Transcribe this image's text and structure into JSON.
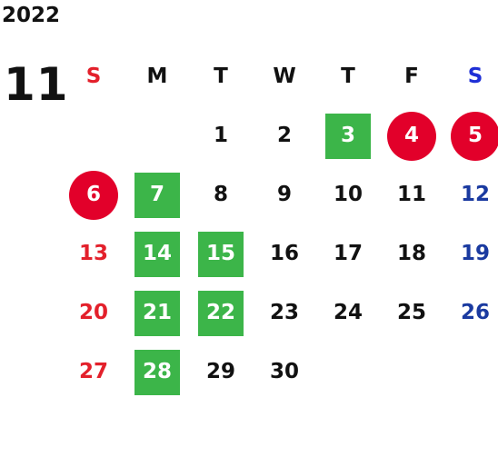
{
  "calendar": {
    "year": "2022",
    "month": "11",
    "weekdays": [
      "S",
      "M",
      "T",
      "W",
      "T",
      "F",
      "S"
    ],
    "weeks": [
      [
        "",
        "",
        "1",
        "2",
        "3",
        "4",
        "5"
      ],
      [
        "6",
        "7",
        "8",
        "9",
        "10",
        "11",
        "12"
      ],
      [
        "13",
        "14",
        "15",
        "16",
        "17",
        "18",
        "19"
      ],
      [
        "20",
        "21",
        "22",
        "23",
        "24",
        "25",
        "26"
      ],
      [
        "27",
        "28",
        "29",
        "30",
        "",
        "",
        ""
      ]
    ],
    "green_days": [
      "3",
      "7",
      "14",
      "15",
      "21",
      "22",
      "28"
    ],
    "red_circle_days": [
      "4",
      "5",
      "6"
    ]
  },
  "colors": {
    "sunday": "#e3202b",
    "saturday": "#1a3aa0",
    "green_highlight": "#3cb549",
    "red_circle": "#e2002a"
  }
}
